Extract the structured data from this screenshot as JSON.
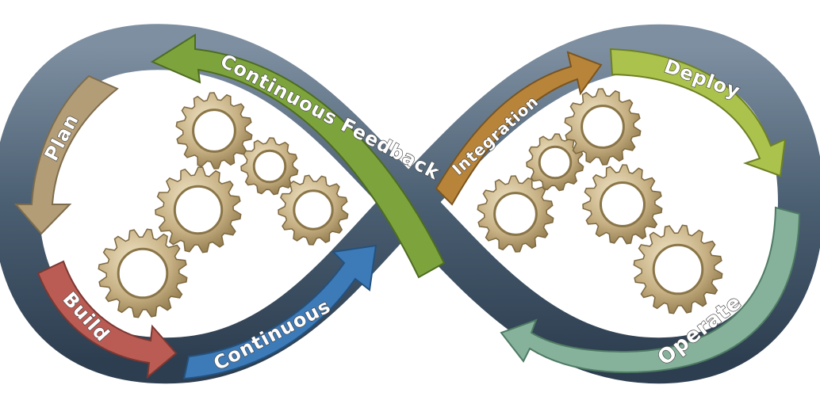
{
  "labels": {
    "plan": "Plan",
    "build": "Build",
    "continuous": "Continuous",
    "continuous_feedback": "Continuous Feedback",
    "integration": "Integration",
    "deploy": "Deploy",
    "operate": "Operate"
  },
  "colors": {
    "band_outer": "#3f5468",
    "band_inner": "#6b7f92",
    "plan": "#b09a72",
    "build": "#b85a52",
    "continuous": "#3f7bb5",
    "continuous_feedback": "#7aa23a",
    "integration": "#b88434",
    "deploy": "#a8c04a",
    "operate": "#7fae96",
    "gear": "#c8b48a",
    "gear_dark": "#8a7548"
  },
  "icons": [
    "gear-icon",
    "arrow-icon"
  ]
}
